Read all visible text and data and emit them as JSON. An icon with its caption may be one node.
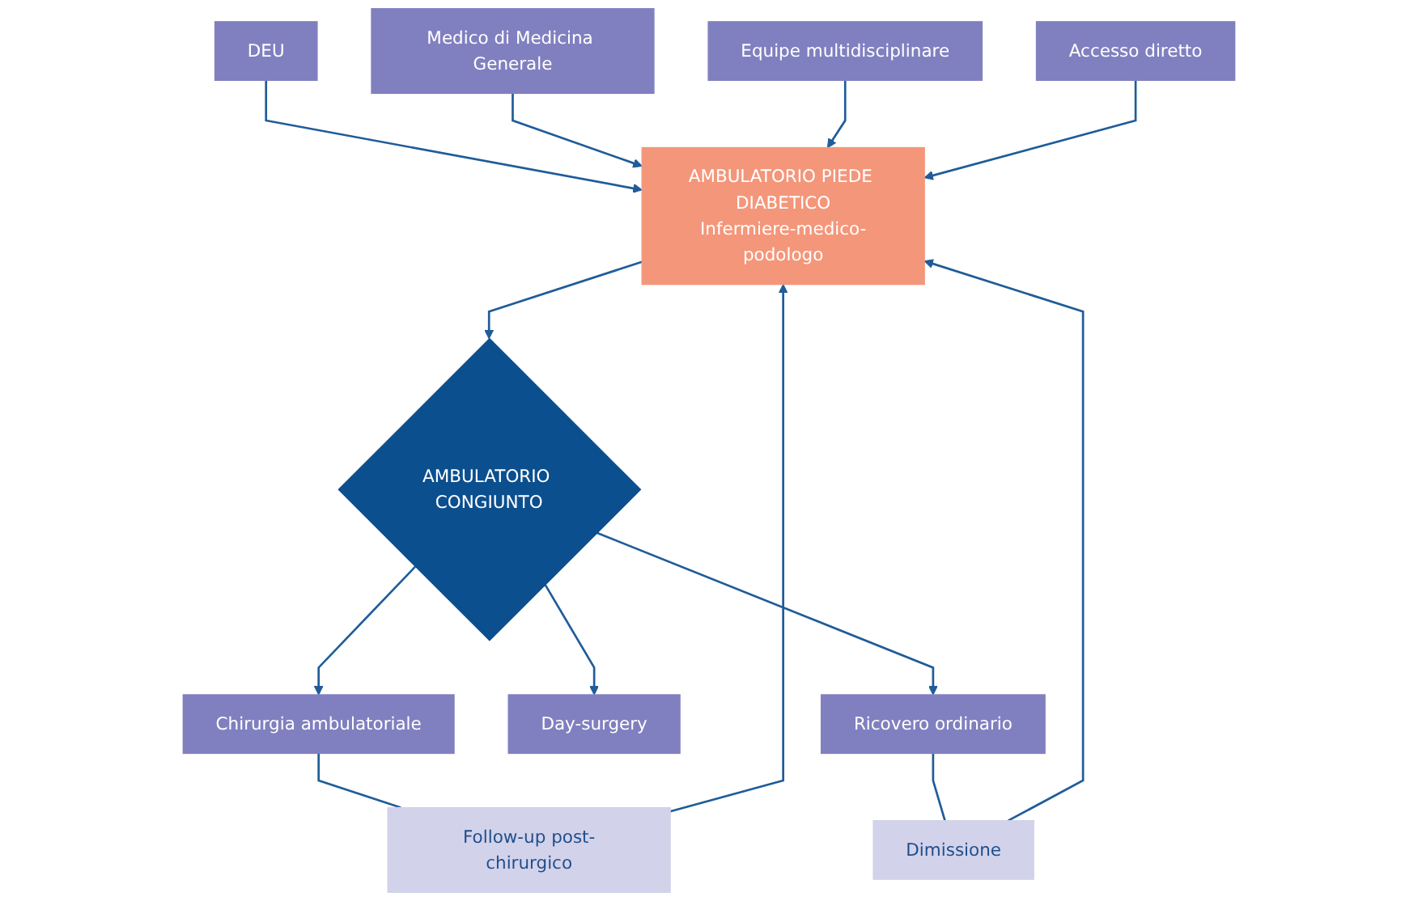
{
  "diagram": {
    "nodes": [
      {
        "text": [
          "DEU"
        ]
      },
      {
        "text": [
          "Medico di Medicina Generale"
        ]
      },
      {
        "text": [
          "Equipe multidisciplinare"
        ]
      },
      {
        "text": [
          "Accesso diretto"
        ]
      },
      {
        "text": [
          "AMBULATORIO PIEDE DIABETICO",
          "Infermiere-medico-podologo"
        ]
      },
      {
        "text": [
          "AMBULATORIO CONGIUNTO"
        ]
      },
      {
        "text": [
          "Chirurgia ambulatoriale"
        ]
      },
      {
        "text": [
          "Day-surgery"
        ]
      },
      {
        "text": [
          "Ricovero ordinario"
        ]
      },
      {
        "text": [
          "Follow-up post-chirurgico"
        ]
      },
      {
        "text": [
          "Dimissione"
        ]
      }
    ],
    "edges": [
      {
        "from": 0,
        "to": 4,
        "arrow": "to"
      },
      {
        "from": 1,
        "to": 4,
        "arrow": "to"
      },
      {
        "from": 2,
        "to": 4,
        "arrow": "to"
      },
      {
        "from": 3,
        "to": 4,
        "arrow": "to"
      },
      {
        "from": 4,
        "to": 5,
        "arrow": "to"
      },
      {
        "from": 5,
        "to": 6,
        "arrow": "to"
      },
      {
        "from": 5,
        "to": 7,
        "arrow": "to"
      },
      {
        "from": 5,
        "to": 8,
        "arrow": "to"
      },
      {
        "from": 6,
        "to": 9,
        "arrow": "none"
      },
      {
        "from": 9,
        "to": 4,
        "arrow": "to"
      },
      {
        "from": 8,
        "to": 10,
        "arrow": "none"
      },
      {
        "from": 10,
        "to": 4,
        "arrow": "to"
      }
    ]
  }
}
